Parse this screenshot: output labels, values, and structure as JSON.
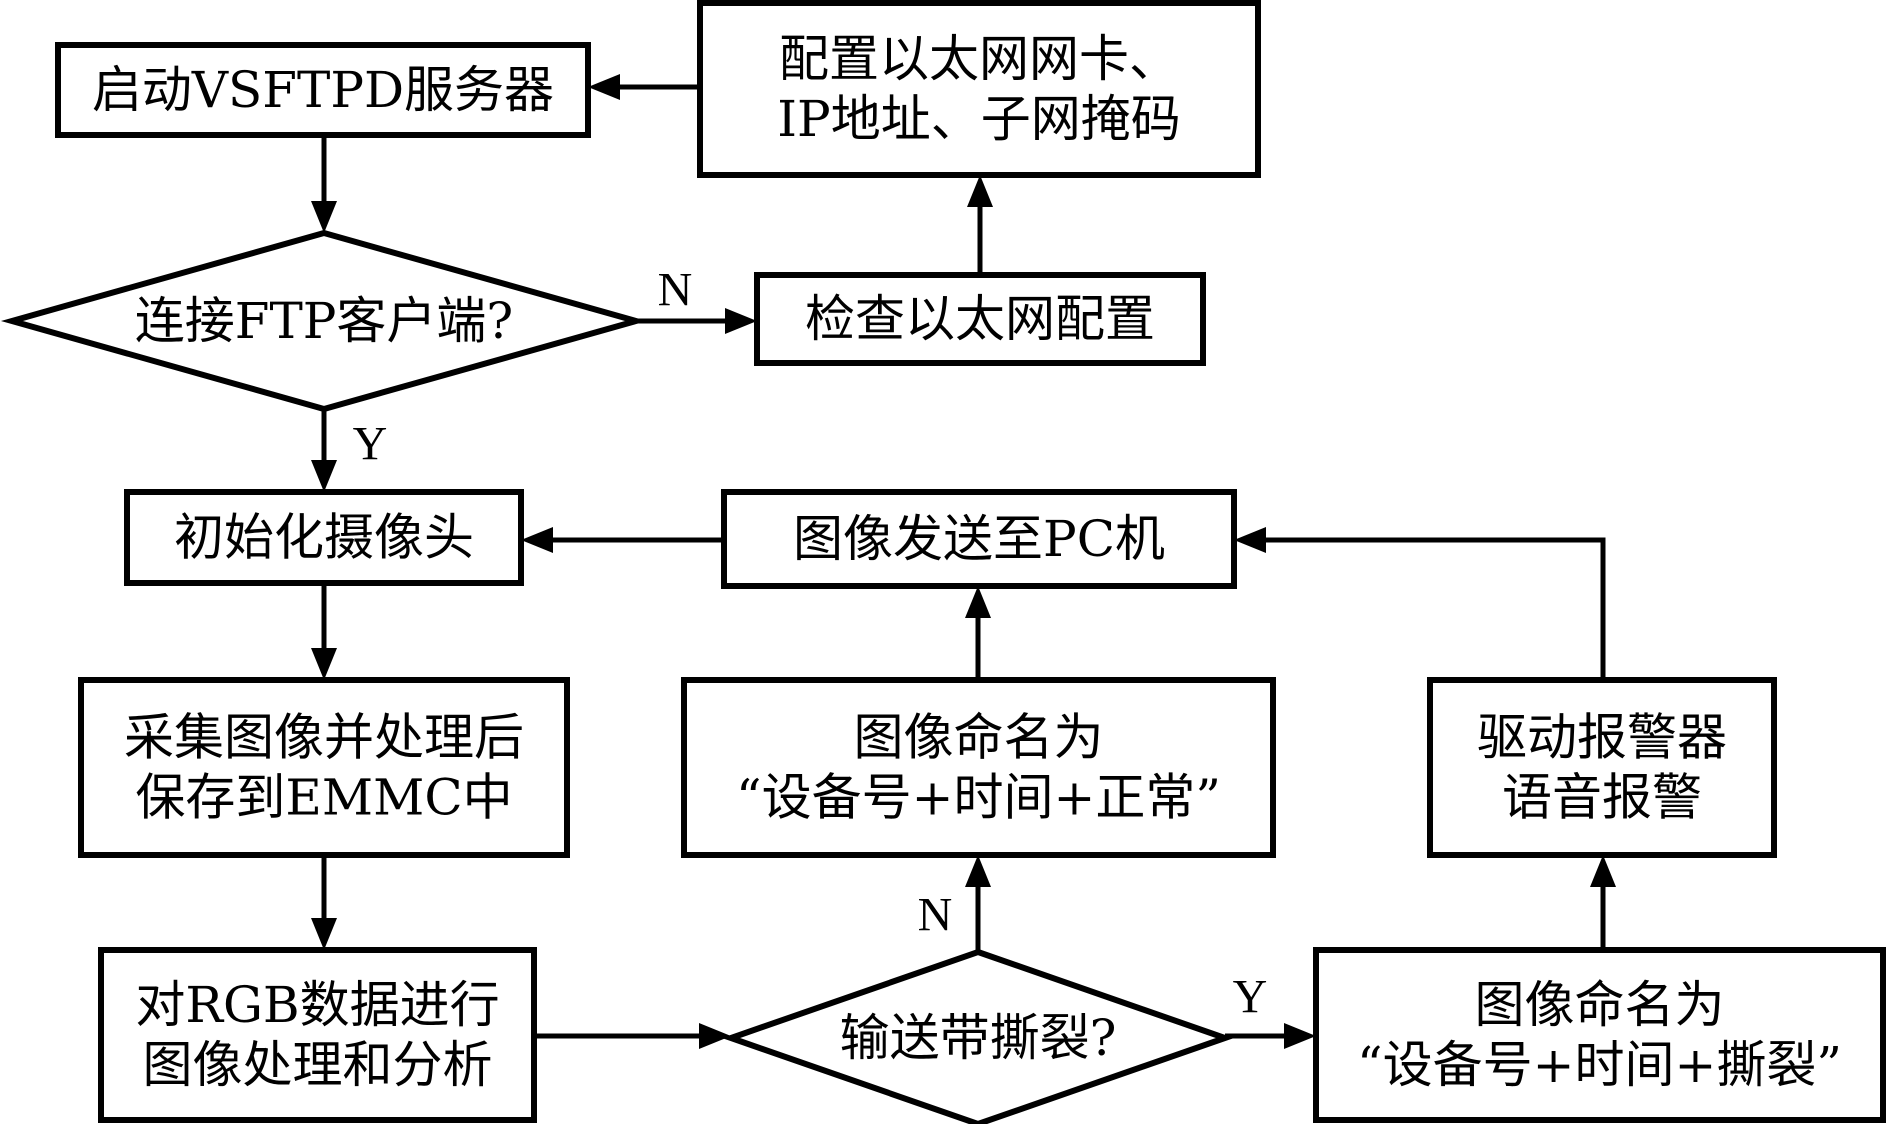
{
  "diagram": {
    "type": "flowchart",
    "nodes": {
      "start_vsftpd": {
        "kind": "process",
        "lines": [
          "启动VSFTPD服务器"
        ]
      },
      "config_ethernet": {
        "kind": "process",
        "lines": [
          "配置以太网网卡、",
          "IP地址、子网掩码"
        ]
      },
      "connect_ftp": {
        "kind": "decision",
        "lines": [
          "连接FTP客户端?"
        ]
      },
      "check_ethernet": {
        "kind": "process",
        "lines": [
          "检查以太网配置"
        ]
      },
      "init_camera": {
        "kind": "process",
        "lines": [
          "初始化摄像头"
        ]
      },
      "send_to_pc": {
        "kind": "process",
        "lines": [
          "图像发送至PC机"
        ]
      },
      "capture_save": {
        "kind": "process",
        "lines": [
          "采集图像并处理后",
          "保存到EMMC中"
        ]
      },
      "name_normal": {
        "kind": "process",
        "lines": [
          "图像命名为",
          "“设备号+时间+正常”"
        ]
      },
      "drive_alarm": {
        "kind": "process",
        "lines": [
          "驱动报警器",
          "语音报警"
        ]
      },
      "rgb_process": {
        "kind": "process",
        "lines": [
          "对RGB数据进行",
          "图像处理和分析"
        ]
      },
      "belt_tear": {
        "kind": "decision",
        "lines": [
          "输送带撕裂?"
        ]
      },
      "name_tear": {
        "kind": "process",
        "lines": [
          "图像命名为",
          "“设备号+时间+撕裂”"
        ]
      }
    },
    "edges": [
      {
        "from": "start_vsftpd",
        "to": "connect_ftp",
        "label": ""
      },
      {
        "from": "connect_ftp",
        "to": "check_ethernet",
        "label": "N"
      },
      {
        "from": "check_ethernet",
        "to": "config_ethernet",
        "label": ""
      },
      {
        "from": "config_ethernet",
        "to": "start_vsftpd",
        "label": ""
      },
      {
        "from": "connect_ftp",
        "to": "init_camera",
        "label": "Y"
      },
      {
        "from": "init_camera",
        "to": "capture_save",
        "label": ""
      },
      {
        "from": "capture_save",
        "to": "rgb_process",
        "label": ""
      },
      {
        "from": "rgb_process",
        "to": "belt_tear",
        "label": ""
      },
      {
        "from": "belt_tear",
        "to": "name_normal",
        "label": "N"
      },
      {
        "from": "belt_tear",
        "to": "name_tear",
        "label": "Y"
      },
      {
        "from": "name_normal",
        "to": "send_to_pc",
        "label": ""
      },
      {
        "from": "name_tear",
        "to": "drive_alarm",
        "label": ""
      },
      {
        "from": "drive_alarm",
        "to": "send_to_pc",
        "label": ""
      },
      {
        "from": "send_to_pc",
        "to": "init_camera",
        "label": ""
      }
    ],
    "colors": {
      "stroke": "#000000",
      "fill": "#ffffff",
      "text": "#000000"
    }
  }
}
